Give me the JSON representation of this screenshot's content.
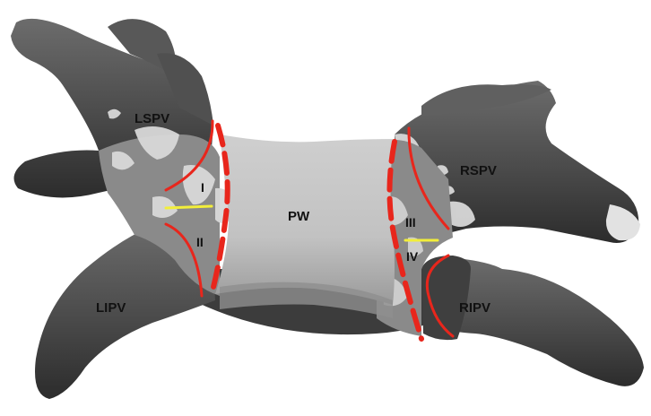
{
  "figure": {
    "labels": {
      "lspv": "LSPV",
      "rspv": "RSPV",
      "lipv": "LIPV",
      "ripv": "RIPV",
      "pw": "PW",
      "seg_1": "I",
      "seg_2": "II",
      "seg_3": "III",
      "seg_4": "IV"
    },
    "colors": {
      "background": "#ffffff",
      "surface_dark": "#4a4a4a",
      "surface_mid": "#6e6e6e",
      "wall_light": "#c4c4c4",
      "scar_light": "#d8d8d8",
      "ablation_line": "#e8261c",
      "gap_marker": "#f2ee3a"
    }
  }
}
